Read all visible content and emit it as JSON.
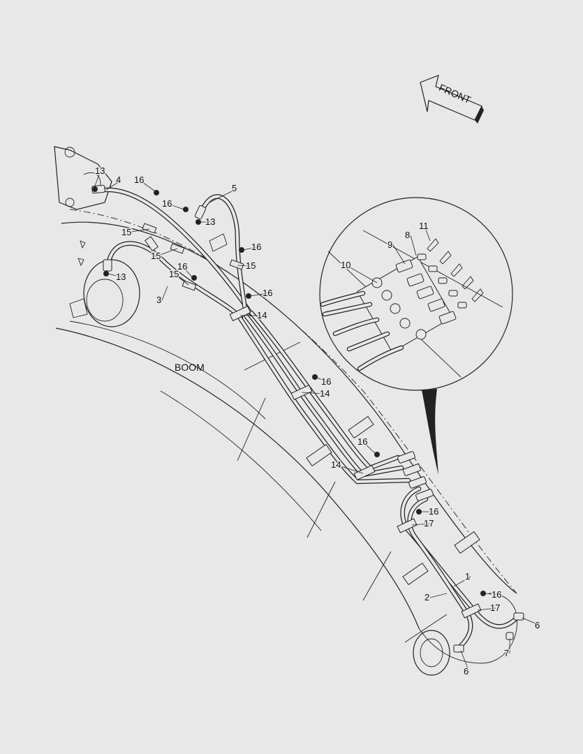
{
  "diagram": {
    "front_label": "FRONT",
    "boom_label": "BOOM",
    "callouts": [
      "1",
      "2",
      "3",
      "4",
      "5",
      "6",
      "6",
      "7",
      "8",
      "9",
      "10",
      "11",
      "13",
      "13",
      "13",
      "14",
      "14",
      "14",
      "15",
      "15",
      "15",
      "15",
      "16",
      "16",
      "16",
      "16",
      "16",
      "16",
      "16",
      "16",
      "16",
      "17",
      "17"
    ]
  },
  "colors": {
    "background": "#e8e8e8",
    "line": "#222222"
  }
}
